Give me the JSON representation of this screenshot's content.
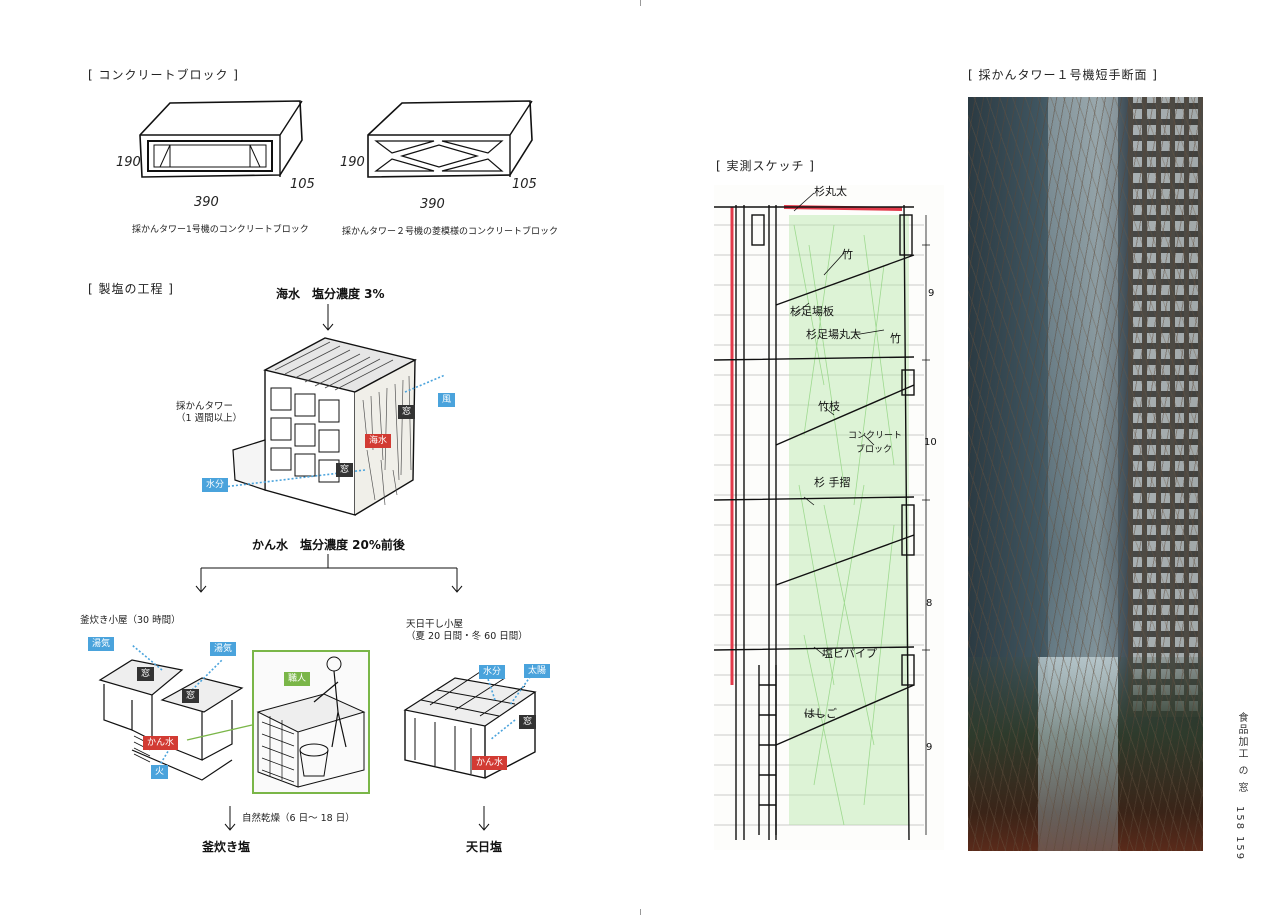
{
  "left": {
    "concrete_title": "[ コンクリートブロック ]",
    "block1": {
      "d190": "190",
      "d390": "390",
      "d105": "105",
      "caption": "採かんタワー1号機のコンクリートブロック"
    },
    "block2": {
      "d190": "190",
      "d390": "390",
      "d105": "105",
      "caption": "採かんタワー２号機の菱模様のコンクリートブロック"
    },
    "process_title": "[ 製塩の工程 ]",
    "seawater": "海水　塩分濃度 3%",
    "tower_label_1": "採かんタワー",
    "tower_label_2": "（1 週間以上）",
    "tags": {
      "wind": "風",
      "window1": "窓",
      "seawater": "海水",
      "window2": "窓",
      "moisture": "水分"
    },
    "kansui": "かん水　塩分濃度 20%前後",
    "boil_hut": "釜炊き小屋（30 時間）",
    "sun_hut_1": "天日干し小屋",
    "sun_hut_2": "（夏 20 日間・冬 60 日間）",
    "boil_tags": {
      "steam1": "湯気",
      "steam2": "湯気",
      "window1": "窓",
      "window2": "窓",
      "kansui": "かん水",
      "fire": "火",
      "craftsman": "職人"
    },
    "sun_tags": {
      "moisture": "水分",
      "sun": "太陽",
      "window": "窓",
      "kansui": "かん水"
    },
    "dry_note": "自然乾燥（6 日〜 18 日）",
    "kamadaki_salt": "釜炊き塩",
    "tenpi_salt": "天日塩"
  },
  "right": {
    "sketch_title": "[ 実測スケッチ ]",
    "photo_title": "[ 採かんタワー１号機短手断面 ]",
    "sketch_labels": [
      "杉丸太",
      "竹",
      "杉足場板",
      "杉足場丸太",
      "竹",
      "竹枝",
      "コンクリート",
      "ブロック",
      "杉 手摺",
      "塩ビパイプ",
      "はしご"
    ],
    "dims": [
      "9",
      "10",
      "8",
      "9"
    ],
    "side_text": "食品加工 の 窓",
    "page_left": "158",
    "page_right": "159"
  },
  "colors": {
    "tag_blue": "#4aa3dc",
    "tag_red": "#d23b33",
    "tag_green": "#7ab648",
    "sketch_green": "#b6e6a8",
    "sketch_red": "#e23a4a"
  }
}
